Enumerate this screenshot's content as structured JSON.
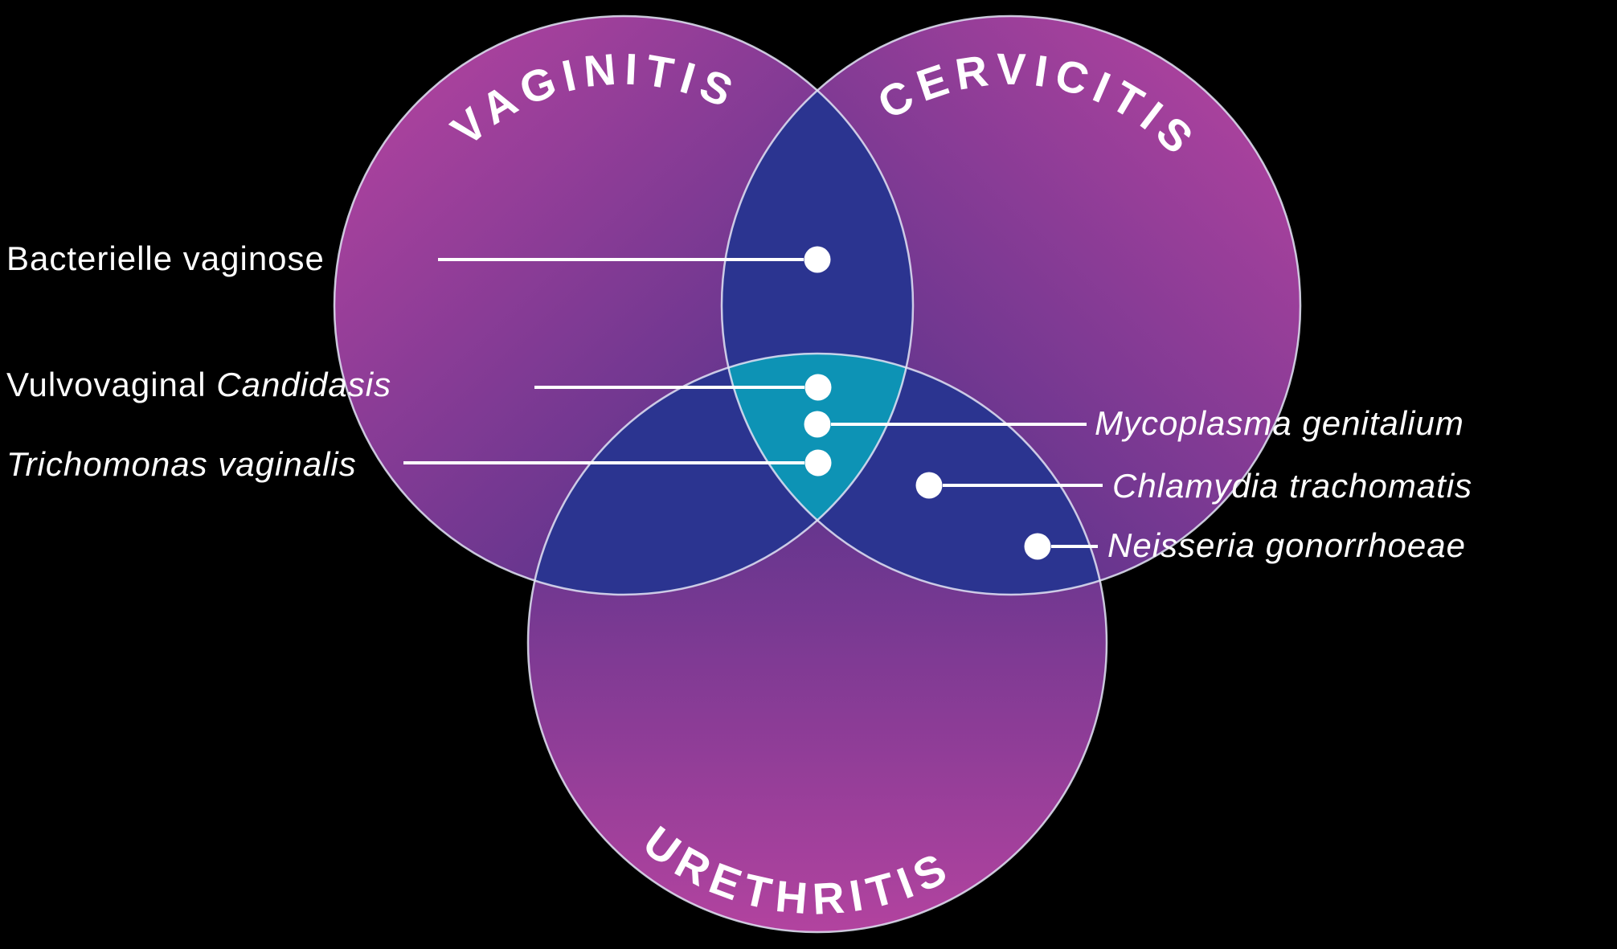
{
  "diagram": {
    "type": "venn",
    "sets": {
      "vaginitis": {
        "label": "VAGINITIS"
      },
      "cervicitis": {
        "label": "CERVICITIS"
      },
      "urethritis": {
        "label": "URETHRITIS"
      }
    },
    "pathogens": {
      "left": [
        {
          "regular": "Bacterielle vaginose",
          "italic": "",
          "region": "vaginitis+cervicitis"
        },
        {
          "regular": "Vulvovaginal ",
          "italic": "Candidasis",
          "region": "vaginitis+cervicitis+urethritis"
        },
        {
          "regular": "",
          "italic": "Trichomonas vaginalis",
          "region": "vaginitis+cervicitis+urethritis"
        }
      ],
      "right": [
        {
          "regular": "",
          "italic": "Mycoplasma genitalium",
          "region": "vaginitis+cervicitis+urethritis"
        },
        {
          "regular": "",
          "italic": "Chlamydia trachomatis",
          "region": "cervicitis+urethritis"
        },
        {
          "regular": "",
          "italic": "Neisseria gonorrhoeae",
          "region": "cervicitis+urethritis"
        }
      ]
    },
    "colors": {
      "background": "#000000",
      "magenta": "#b2439f",
      "deep_purple": "#473087",
      "overlap_navy": "#2b3490",
      "center_teal": "#0d93b5",
      "ring_stroke": "#e3e5f6",
      "text": "#ffffff"
    }
  }
}
